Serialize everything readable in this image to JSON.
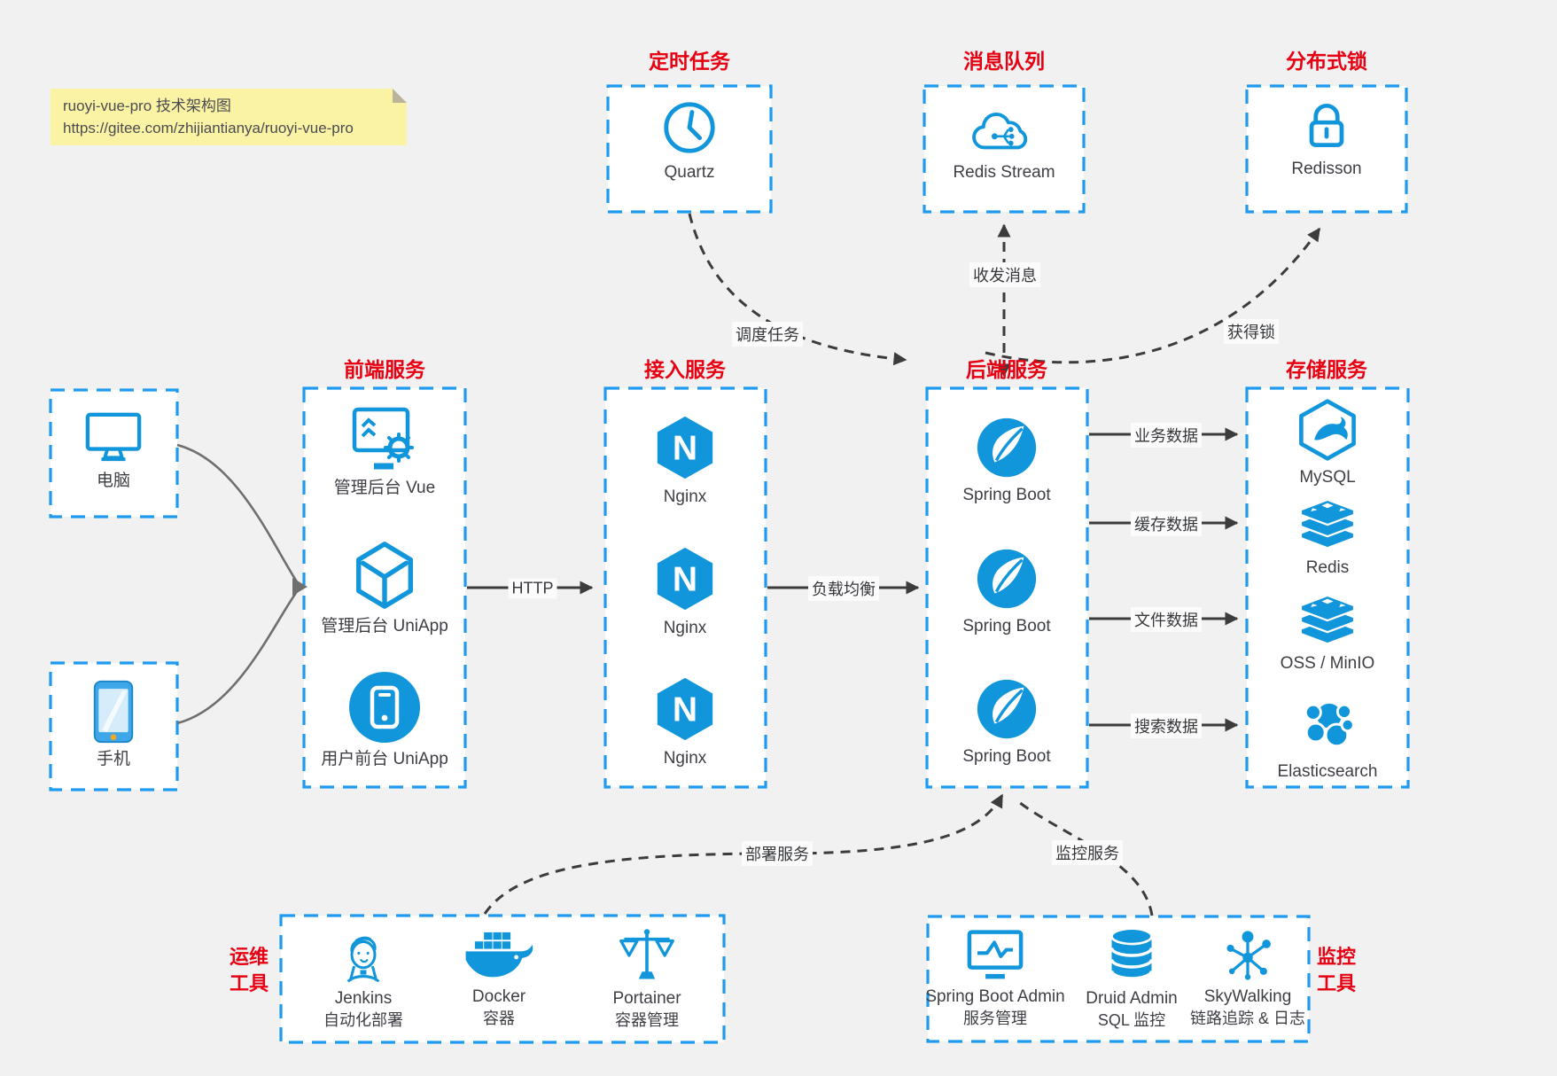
{
  "note": {
    "line1": "ruoyi-vue-pro 技术架构图",
    "line2": "https://gitee.com/zhijiantianya/ruoyi-vue-pro"
  },
  "colors": {
    "icon_blue": "#1296db",
    "border_blue": "#1e9bf0",
    "title_red": "#e60012"
  },
  "top_boxes": [
    {
      "title": "定时任务",
      "icon": "clock-icon",
      "label": "Quartz"
    },
    {
      "title": "消息队列",
      "icon": "cloud-stream-icon",
      "label": "Redis Stream"
    },
    {
      "title": "分布式锁",
      "icon": "lock-icon",
      "label": "Redisson"
    }
  ],
  "devices": [
    {
      "icon": "desktop-icon",
      "label": "电脑"
    },
    {
      "icon": "smartphone-icon",
      "label": "手机"
    }
  ],
  "columns": {
    "frontend": {
      "title": "前端服务",
      "items": [
        {
          "label": "管理后台 Vue"
        },
        {
          "label": "管理后台 UniApp"
        },
        {
          "label": "用户前台 UniApp"
        }
      ]
    },
    "gateway": {
      "title": "接入服务",
      "items": [
        {
          "label": "Nginx"
        },
        {
          "label": "Nginx"
        },
        {
          "label": "Nginx"
        }
      ]
    },
    "backend": {
      "title": "后端服务",
      "items": [
        {
          "label": "Spring Boot"
        },
        {
          "label": "Spring Boot"
        },
        {
          "label": "Spring Boot"
        }
      ]
    },
    "storage": {
      "title": "存储服务",
      "items": [
        {
          "label": "MySQL"
        },
        {
          "label": "Redis"
        },
        {
          "label": "OSS / MinIO"
        },
        {
          "label": "Elasticsearch"
        }
      ]
    }
  },
  "ops": {
    "title1": "运维",
    "title2": "工具",
    "items": [
      {
        "label": "Jenkins",
        "sub": "自动化部署"
      },
      {
        "label": "Docker",
        "sub": "容器"
      },
      {
        "label": "Portainer",
        "sub": "容器管理"
      }
    ]
  },
  "monitoring": {
    "title1": "监控",
    "title2": "工具",
    "items": [
      {
        "label": "Spring Boot Admin",
        "sub": "服务管理"
      },
      {
        "label": "Druid Admin",
        "sub": "SQL 监控"
      },
      {
        "label": "SkyWalking",
        "sub": "链路追踪 & 日志"
      }
    ]
  },
  "edges": {
    "http": "HTTP",
    "load_balance": "负载均衡",
    "schedule": "调度任务",
    "message": "收发消息",
    "lock": "获得锁",
    "biz_data": "业务数据",
    "cache_data": "缓存数据",
    "file_data": "文件数据",
    "search_data": "搜索数据",
    "deploy": "部署服务",
    "monitor": "监控服务"
  }
}
